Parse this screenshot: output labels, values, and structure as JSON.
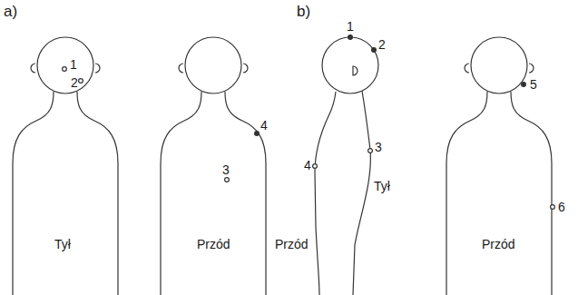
{
  "diagram": {
    "labels": [
      "a)",
      "b)",
      "1",
      "2",
      "Tył",
      "4",
      "3",
      "Przód",
      "1",
      "2",
      "3",
      "4",
      "Tył",
      "Przód",
      "5",
      "6",
      "Przód"
    ]
  }
}
